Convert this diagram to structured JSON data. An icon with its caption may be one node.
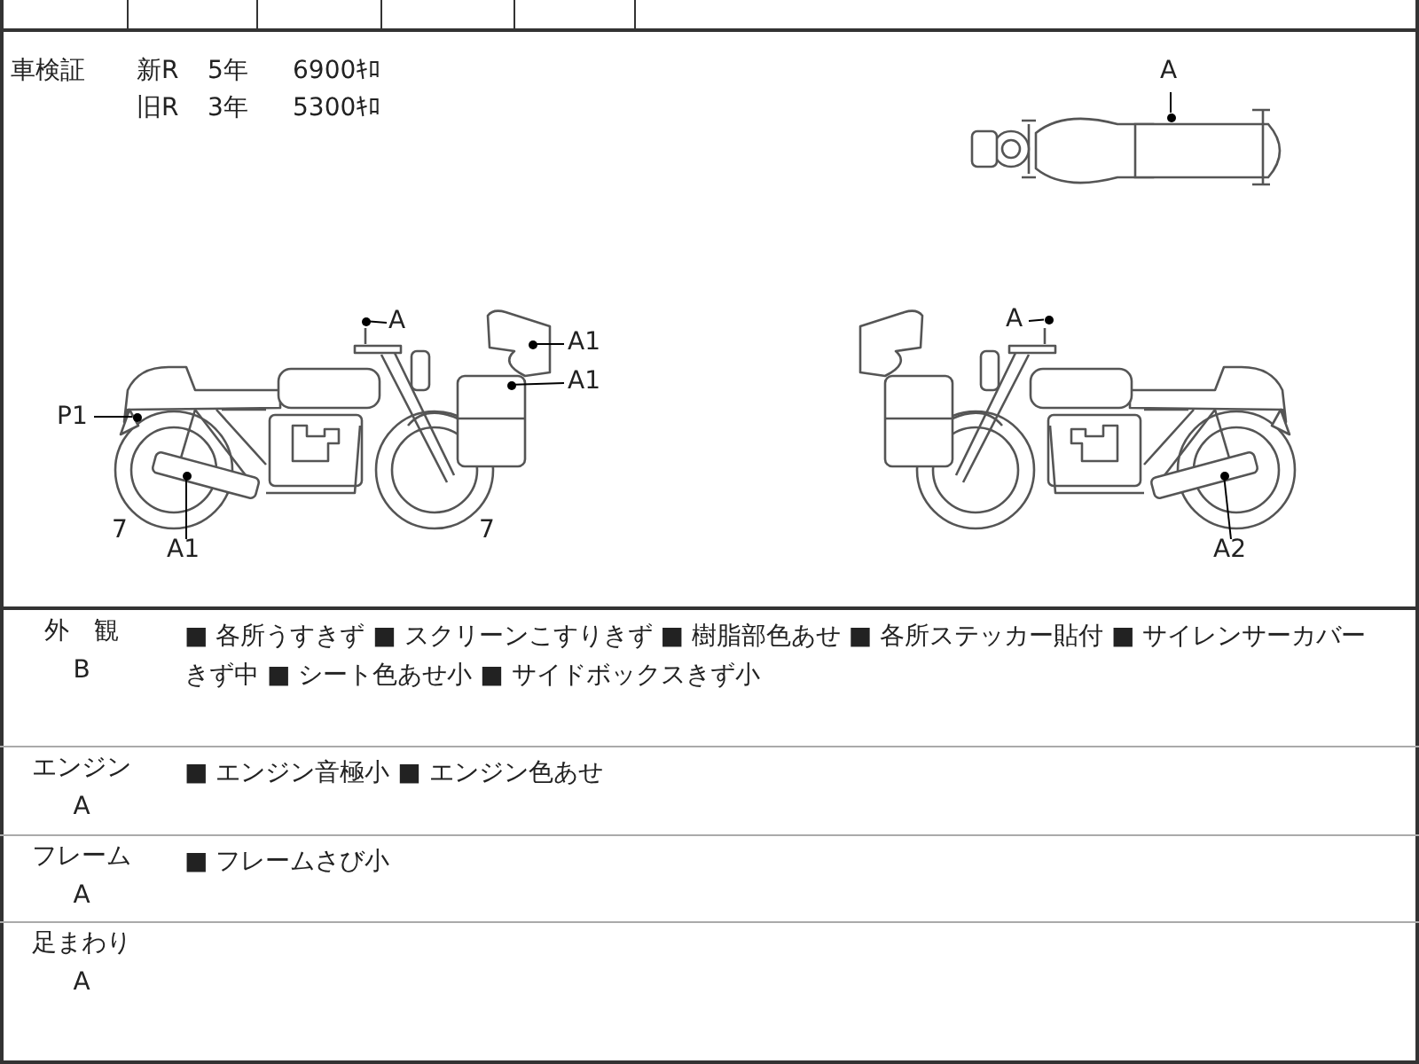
{
  "diagram": {
    "nodes": [
      {
        "text": [
          "A"
        ]
      },
      {
        "text": [
          "A"
        ]
      },
      {
        "text": [
          "A1"
        ]
      },
      {
        "text": [
          "A1"
        ]
      },
      {
        "text": [
          "P1"
        ]
      },
      {
        "text": [
          "A1"
        ]
      },
      {
        "text": [
          "A"
        ]
      },
      {
        "text": [
          "A2"
        ]
      },
      {
        "text": [],
        "shape": "dot"
      },
      {
        "text": [],
        "shape": "dot"
      },
      {
        "text": [],
        "shape": "dot"
      },
      {
        "text": [],
        "shape": "dot"
      },
      {
        "text": [],
        "shape": "dot"
      },
      {
        "text": [],
        "shape": "dot"
      },
      {
        "text": [],
        "shape": "dot"
      },
      {
        "text": [],
        "shape": "dot"
      }
    ],
    "edges": [
      {
        "from": 0,
        "to": 8,
        "arrow": "none"
      },
      {
        "from": 1,
        "to": 9,
        "arrow": "none"
      },
      {
        "from": 2,
        "to": 10,
        "arrow": "none"
      },
      {
        "from": 3,
        "to": 11,
        "arrow": "none"
      },
      {
        "from": 4,
        "to": 12,
        "arrow": "none"
      },
      {
        "from": 5,
        "to": 13,
        "arrow": "none"
      },
      {
        "from": 6,
        "to": 14,
        "arrow": "none"
      },
      {
        "from": 7,
        "to": 15,
        "arrow": "none"
      }
    ],
    "labels": [
      "車検証",
      "新R",
      "5年",
      "6900ｷﾛ",
      "旧R",
      "3年",
      "5300ｷﾛ",
      "7",
      "7",
      "外　観",
      "B",
      "■ 各所うすきず ■ スクリーンこすりきず ■ 樹脂部色あせ ■ 各所ステッカー貼付 ■ サイレンサーカバーきず中 ■ シート色あせ小 ■ サイドボックスきず小",
      "エンジン",
      "A",
      "■ エンジン音極小 ■ エンジン色あせ",
      "フレーム",
      "A",
      "■ フレームさび小",
      "足まわり",
      "A"
    ]
  }
}
